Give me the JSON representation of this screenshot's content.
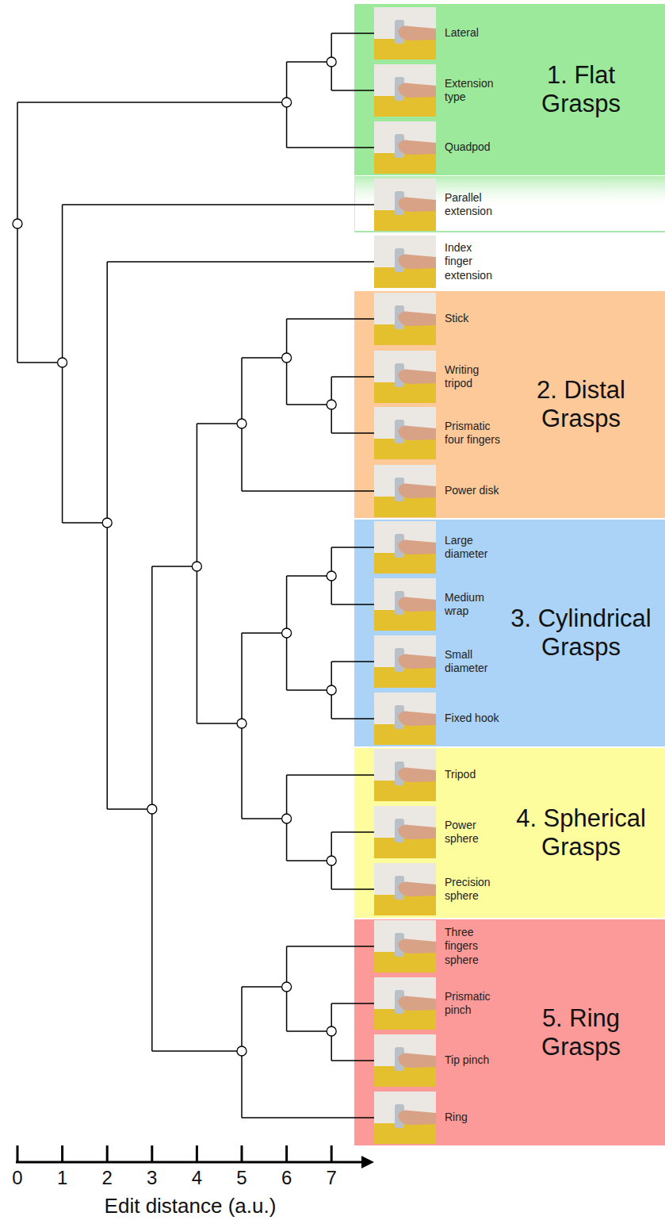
{
  "diagram": {
    "nodes": [
      {
        "text": [
          "1. Flat Grasps"
        ]
      },
      {
        "text": [
          "Lateral"
        ],
        "in": 0
      },
      {
        "text": [
          "Extension type"
        ],
        "in": 0
      },
      {
        "text": [
          "Quadpod"
        ],
        "in": 0
      },
      {
        "text": [
          "Parallel extension"
        ]
      },
      {
        "text": [
          "Index finger extension"
        ]
      },
      {
        "text": [
          "2. Distal Grasps"
        ]
      },
      {
        "text": [
          "Stick"
        ],
        "in": 6
      },
      {
        "text": [
          "Writing tripod"
        ],
        "in": 6
      },
      {
        "text": [
          "Prismatic four fingers"
        ],
        "in": 6
      },
      {
        "text": [
          "Power disk"
        ],
        "in": 6
      },
      {
        "text": [
          "3. Cylindrical Grasps"
        ]
      },
      {
        "text": [
          "Large diameter"
        ],
        "in": 11
      },
      {
        "text": [
          "Medium wrap"
        ],
        "in": 11
      },
      {
        "text": [
          "Small diameter"
        ],
        "in": 11
      },
      {
        "text": [
          "Fixed hook"
        ],
        "in": 11
      },
      {
        "text": [
          "4. Spherical Grasps"
        ]
      },
      {
        "text": [
          "Tripod"
        ],
        "in": 16
      },
      {
        "text": [
          "Power sphere"
        ],
        "in": 16
      },
      {
        "text": [
          "Precision sphere"
        ],
        "in": 16
      },
      {
        "text": [
          "5. Ring Grasps"
        ]
      },
      {
        "text": [
          "Three fingers sphere"
        ],
        "in": 20
      },
      {
        "text": [
          "Prismatic pinch"
        ],
        "in": 20
      },
      {
        "text": [
          "Tip pinch"
        ],
        "in": 20
      },
      {
        "text": [
          "Ring"
        ],
        "in": 20
      }
    ],
    "labels": [
      "0",
      "1",
      "2",
      "3",
      "4",
      "5",
      "6",
      "7",
      "Edit distance (a.u.)"
    ]
  }
}
